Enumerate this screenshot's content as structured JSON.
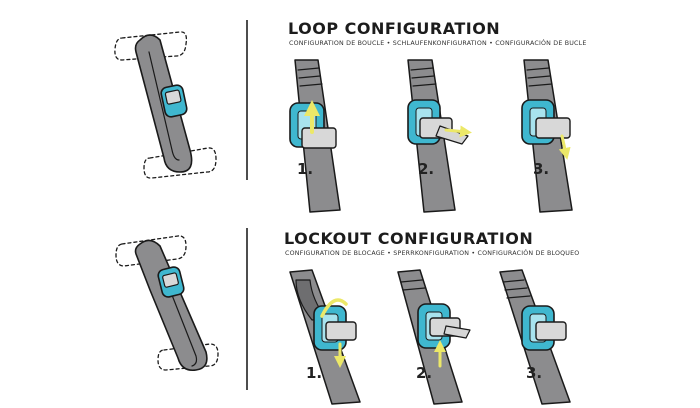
{
  "colors": {
    "strap": "#8c8c8e",
    "strap_dark": "#6e6e70",
    "outline": "#1a1a1a",
    "buckle_blue": "#3fb7cf",
    "buckle_light": "#a8e3ee",
    "buckle_metal": "#d8d8d8",
    "arrow": "#ece868",
    "tab_light": "#d6d6d6",
    "divider": "#222222"
  },
  "sections": {
    "loop": {
      "title": "LOOP CONFIGURATION",
      "subtitle": "CONFIGURATION DE BOUCLE • SCHLAUFENKONFIGURATION • CONFIGURACIÓN DE BUCLE",
      "steps": [
        "1.",
        "2.",
        "3."
      ]
    },
    "lockout": {
      "title": "LOCKOUT CONFIGURATION",
      "subtitle": "CONFIGURATION DE BLOCAGE • SPERRKONFIGURATION • CONFIGURACIÓN DE BLOQUEO",
      "steps": [
        "1.",
        "2.",
        "3."
      ]
    }
  }
}
